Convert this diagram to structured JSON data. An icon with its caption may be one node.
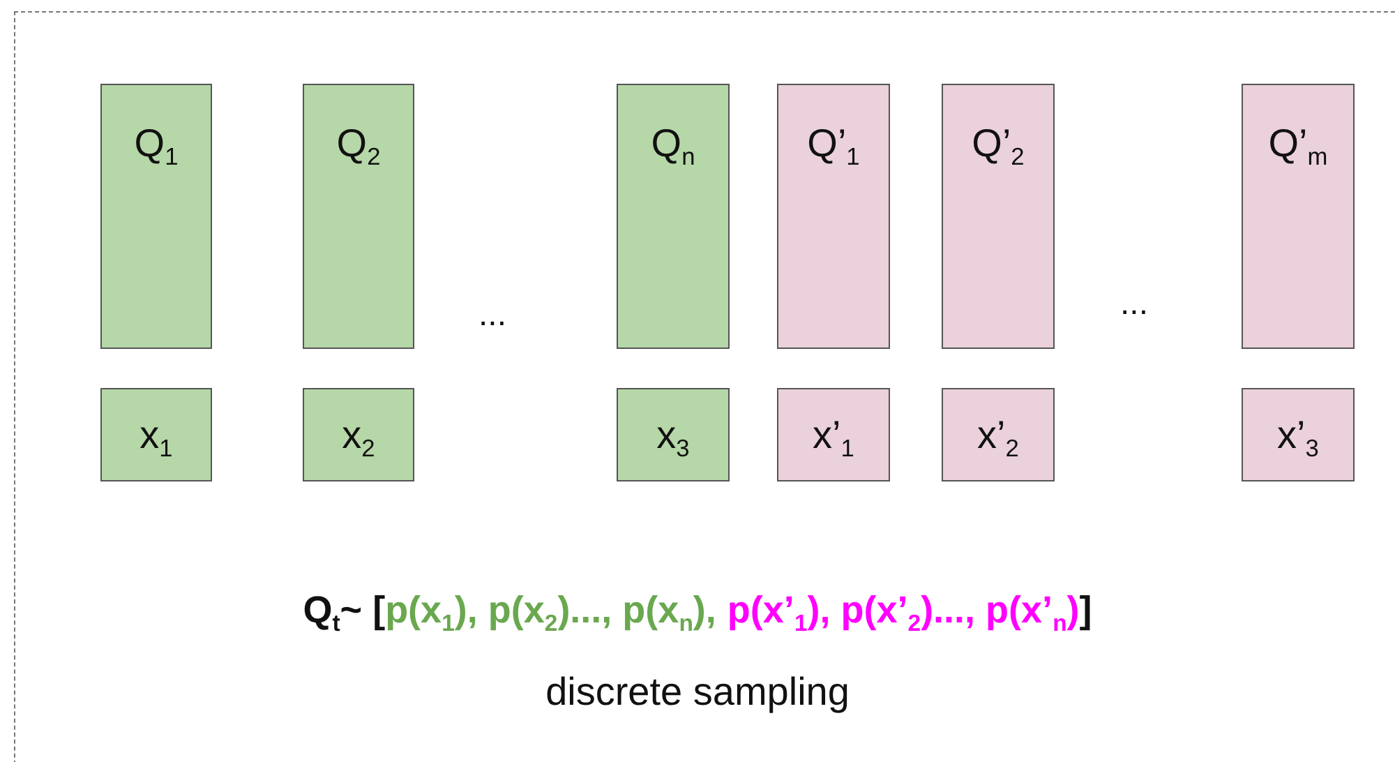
{
  "diagram": {
    "nodes": [
      {
        "text": [
          "Q$_{1}$"
        ]
      },
      {
        "text": [
          "Q$_{2}$"
        ]
      },
      {
        "text": [
          "Q$_{n}$"
        ]
      },
      {
        "text": [
          "Q’$_{1}$"
        ]
      },
      {
        "text": [
          "Q’$_{2}$"
        ]
      },
      {
        "text": [
          "Q’$_{m}$"
        ]
      },
      {
        "text": [
          "x$_{1}$"
        ]
      },
      {
        "text": [
          "x$_{2}$"
        ]
      },
      {
        "text": [
          "x$_{3}$"
        ]
      },
      {
        "text": [
          "x’$_{1}$"
        ]
      },
      {
        "text": [
          "x’$_{2}$"
        ]
      },
      {
        "text": [
          "x’$_{3}$"
        ]
      }
    ],
    "labels": [
      "...",
      "...",
      "Q$_{t}$~ [",
      "p(x$_{1}$), p(x$_{2}$)..., p(x$_{n}$),",
      "p(x’$_{1}$), p(x’$_{2}$)..., p(x’$_{n}$)",
      "]",
      "discrete sampling"
    ]
  }
}
